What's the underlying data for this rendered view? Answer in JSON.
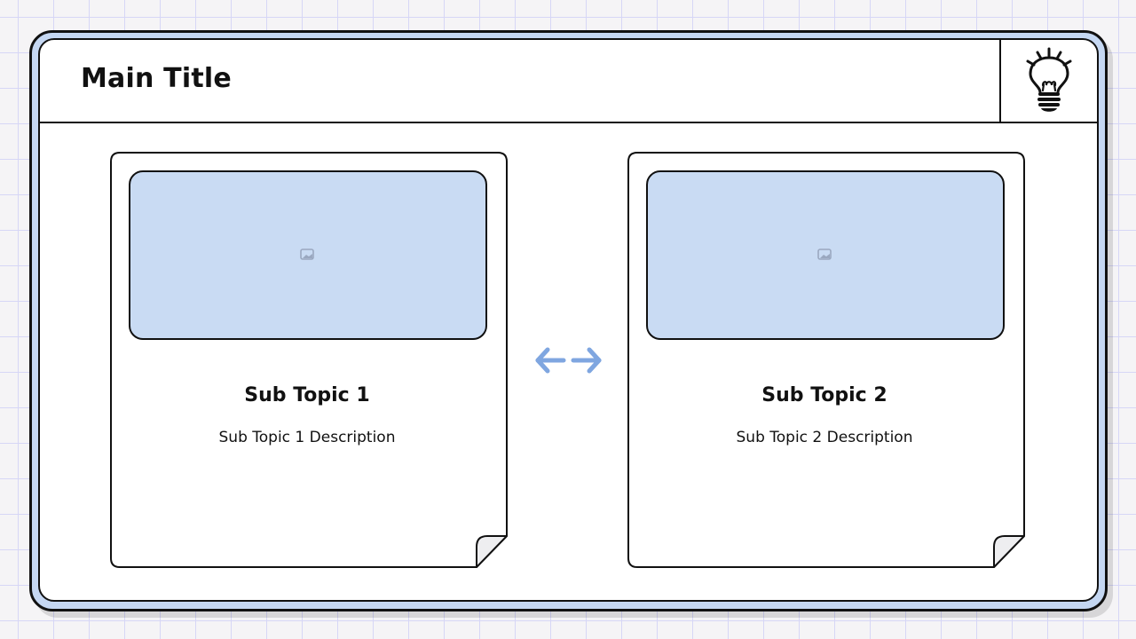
{
  "header": {
    "title": "Main Title",
    "icon": "lightbulb-icon"
  },
  "cards": [
    {
      "title": "Sub Topic 1",
      "description": "Sub Topic 1 Description",
      "image_icon": "image-placeholder-icon"
    },
    {
      "title": "Sub Topic 2",
      "description": "Sub Topic 2 Description",
      "image_icon": "image-placeholder-icon"
    }
  ],
  "connector": {
    "icon": "bidirectional-arrow-icon"
  },
  "colors": {
    "frame_blue": "#c5d7f2",
    "image_fill": "#c9dbf3",
    "arrow_blue": "#7fa6e0",
    "grid_line": "#d6d6f6",
    "background": "#f5f4f6",
    "stroke": "#111111"
  }
}
